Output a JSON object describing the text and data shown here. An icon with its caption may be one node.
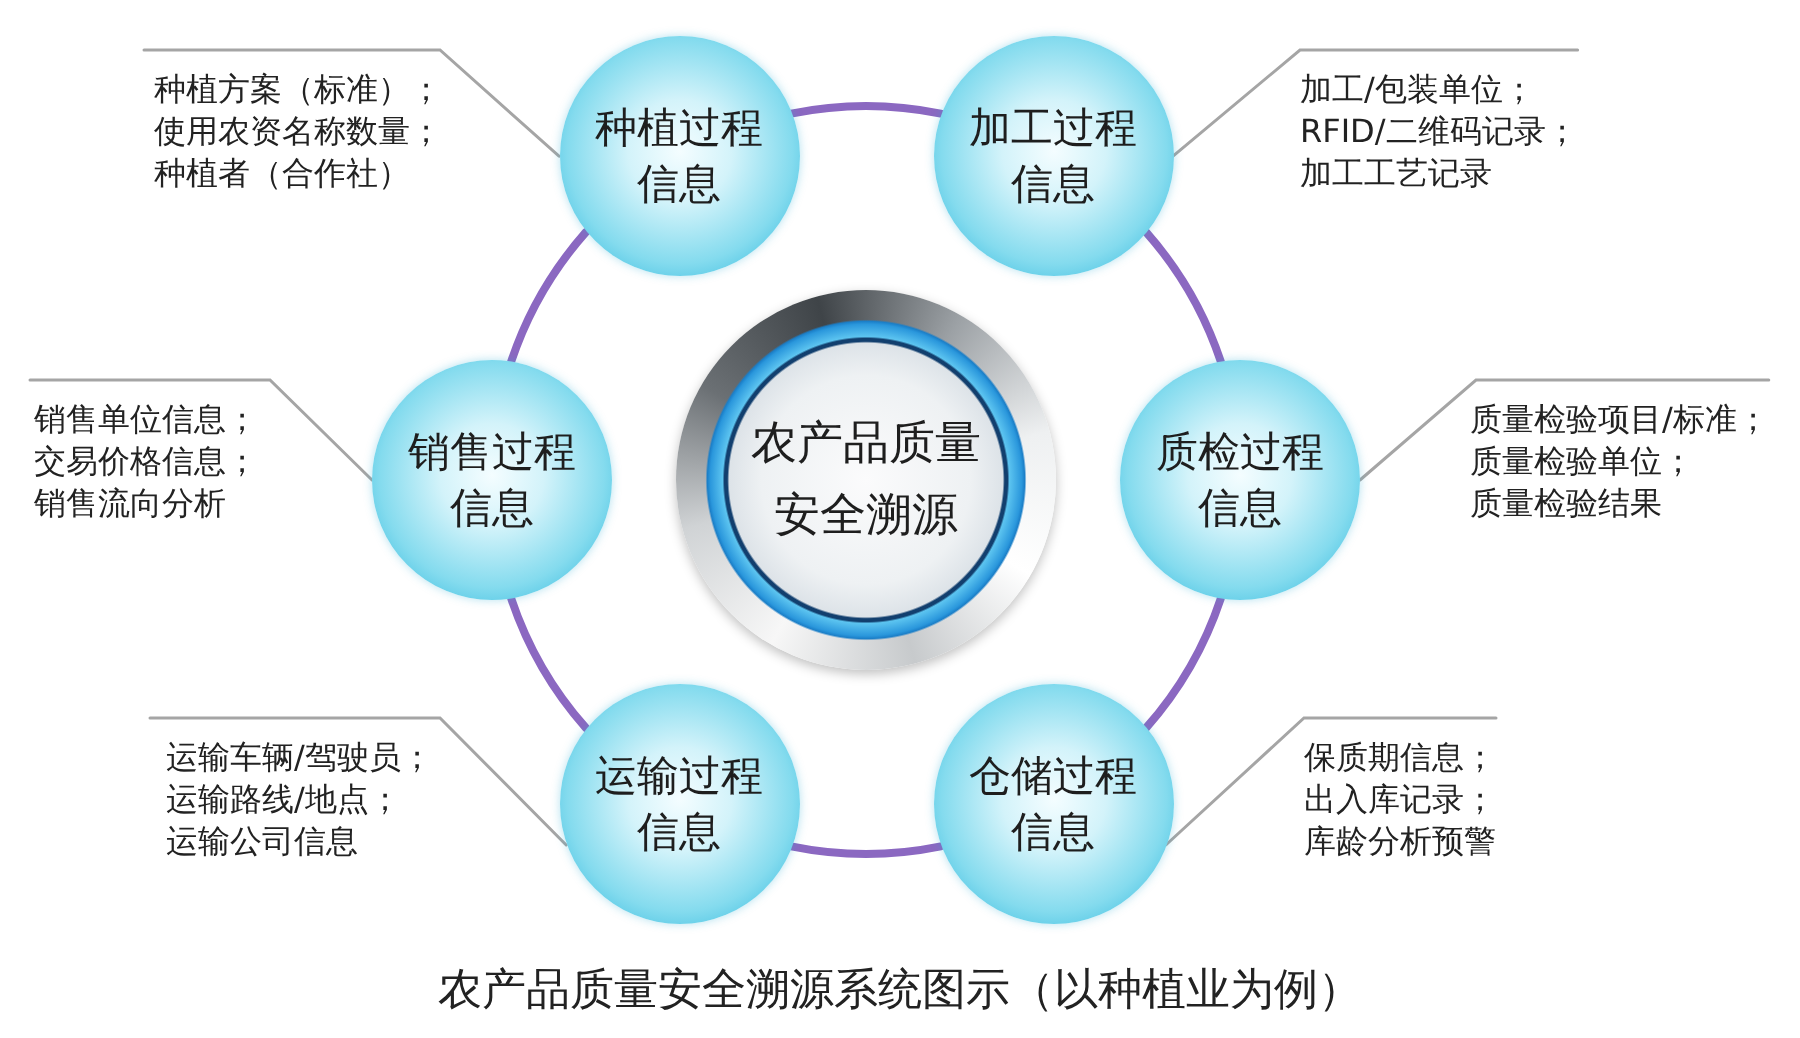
{
  "diagram": {
    "caption": "农产品质量安全溯源系统图示（以种植业为例）",
    "nodes": [
      {
        "text": [
          "种植方案（标准）；",
          "使用农资名称数量；",
          "种植者（合作社）"
        ]
      },
      {
        "text": [
          "种植过程信息"
        ]
      },
      {
        "text": [
          "加工过程信息"
        ]
      },
      {
        "text": [
          "加工/包装单位；",
          "RFID/二维码记录；",
          "加工工艺记录"
        ]
      },
      {
        "text": [
          "销售单位信息；",
          "交易价格信息；",
          "销售流向分析"
        ]
      },
      {
        "text": [
          "销售过程信息"
        ]
      },
      {
        "text": [
          "农产品质量安全溯源"
        ]
      },
      {
        "text": [
          "质检过程信息"
        ]
      },
      {
        "text": [
          "质量检验项目/标准；",
          "质量检验单位；",
          "质量检验结果"
        ]
      },
      {
        "text": [
          "运输车辆/驾驶员；",
          "运输路线/地点；",
          "运输公司信息"
        ]
      },
      {
        "text": [
          "运输过程信息"
        ]
      },
      {
        "text": [
          "仓储过程信息"
        ]
      },
      {
        "text": [
          "保质期信息；",
          "出入库记录；",
          "库龄分析预警"
        ]
      }
    ],
    "edges": [
      {
        "from": 0,
        "to": 1,
        "arrow": "none"
      },
      {
        "from": 3,
        "to": 2,
        "arrow": "none"
      },
      {
        "from": 4,
        "to": 5,
        "arrow": "none"
      },
      {
        "from": 8,
        "to": 7,
        "arrow": "none"
      },
      {
        "from": 9,
        "to": 10,
        "arrow": "none"
      },
      {
        "from": 12,
        "to": 11,
        "arrow": "none"
      },
      {
        "from": 1,
        "to": 2,
        "arrow": "none",
        "style": "thick",
        "color": "#8b68c1"
      },
      {
        "from": 2,
        "to": 7,
        "arrow": "none",
        "style": "thick",
        "color": "#8b68c1"
      },
      {
        "from": 7,
        "to": 11,
        "arrow": "none",
        "style": "thick",
        "color": "#8b68c1"
      },
      {
        "from": 11,
        "to": 10,
        "arrow": "none",
        "style": "thick",
        "color": "#8b68c1"
      },
      {
        "from": 10,
        "to": 5,
        "arrow": "none",
        "style": "thick",
        "color": "#8b68c1"
      },
      {
        "from": 5,
        "to": 1,
        "arrow": "none",
        "style": "thick",
        "color": "#8b68c1"
      }
    ]
  }
}
